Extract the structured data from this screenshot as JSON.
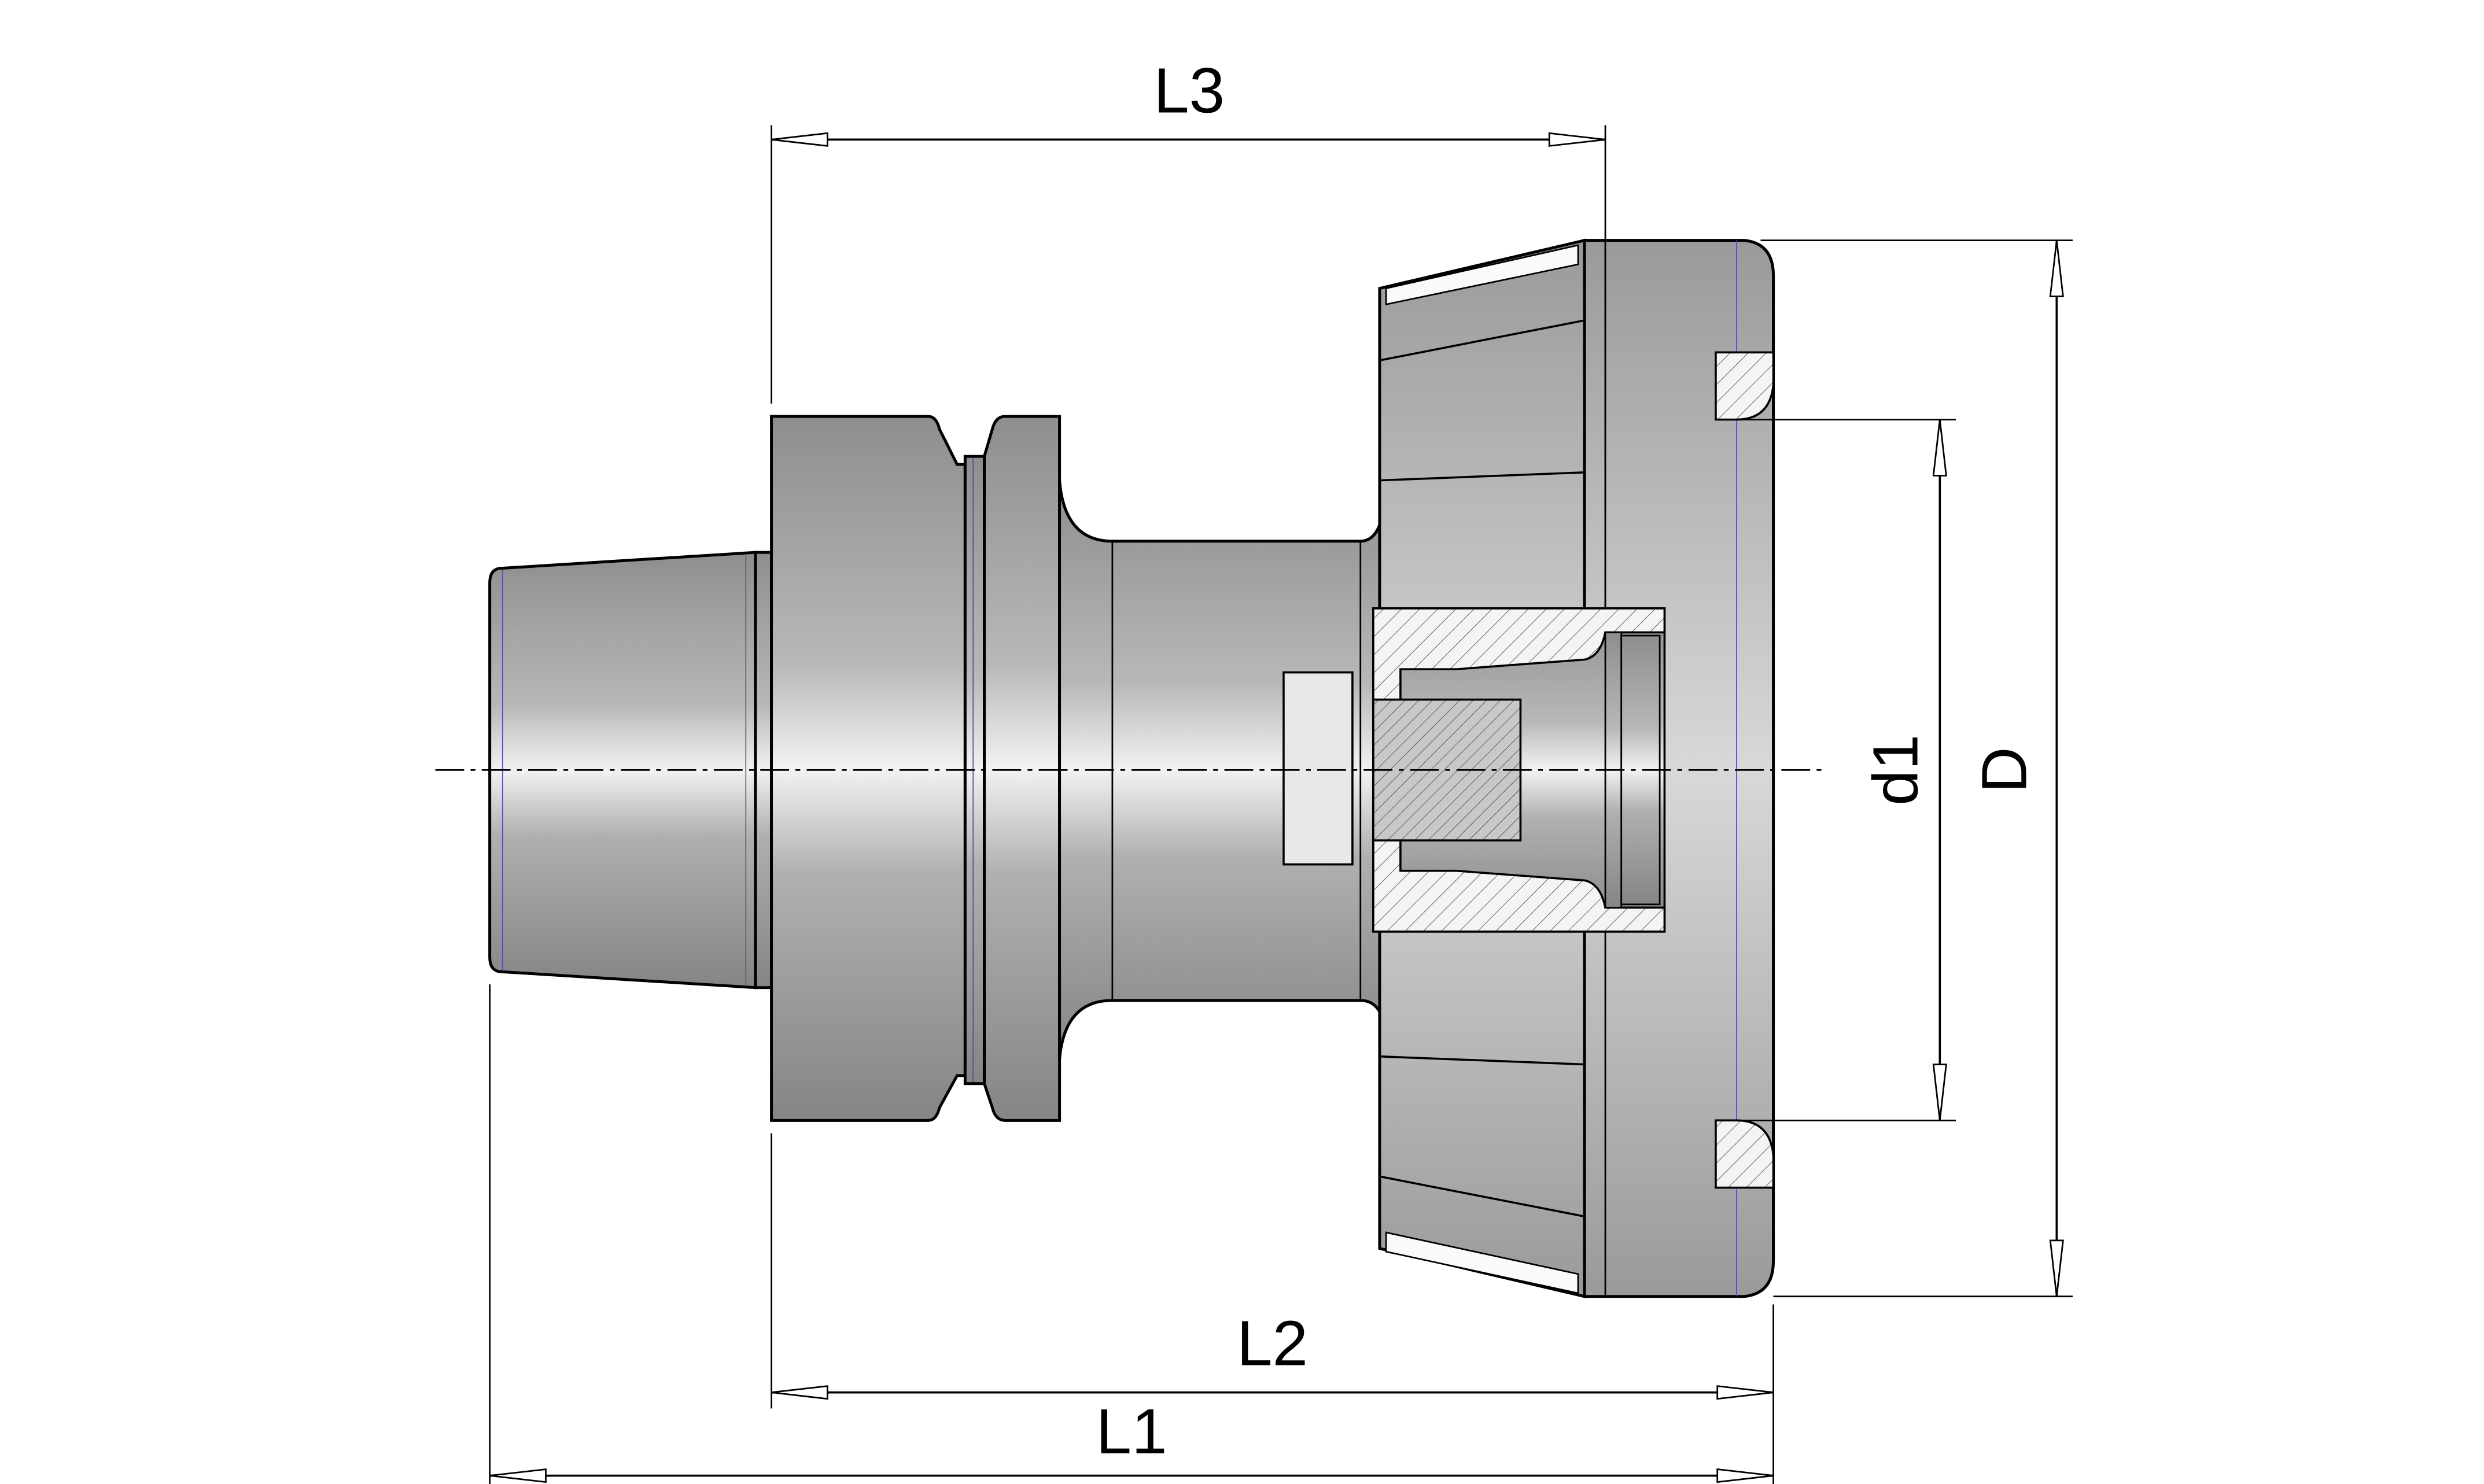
{
  "drawing": {
    "dimensions": {
      "L1": "L1",
      "L2": "L2",
      "L3": "L3",
      "d1": "d1",
      "D": "D"
    }
  }
}
